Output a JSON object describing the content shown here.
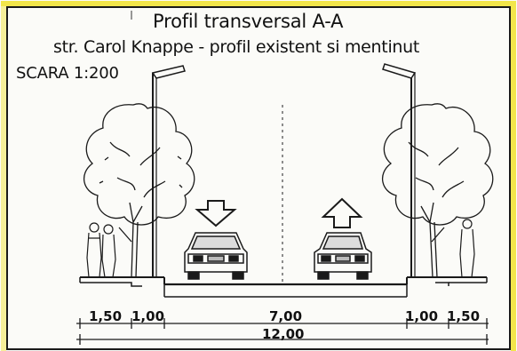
{
  "header": {
    "title": "Profil transversal  A-A",
    "subtitle": "str. Carol Knappe - profil existent si mentinut",
    "scale": "SCARA 1:200"
  },
  "dimensions": {
    "left_sidewalk": "1,50",
    "left_verge": "1,00",
    "carriageway": "7,00",
    "right_verge": "1,00",
    "right_sidewalk": "1,50",
    "total_width": "12,00"
  },
  "colors": {
    "border_highlight": "#f2e64a",
    "line": "#1a1a1a",
    "paper": "#fbfbf8"
  }
}
